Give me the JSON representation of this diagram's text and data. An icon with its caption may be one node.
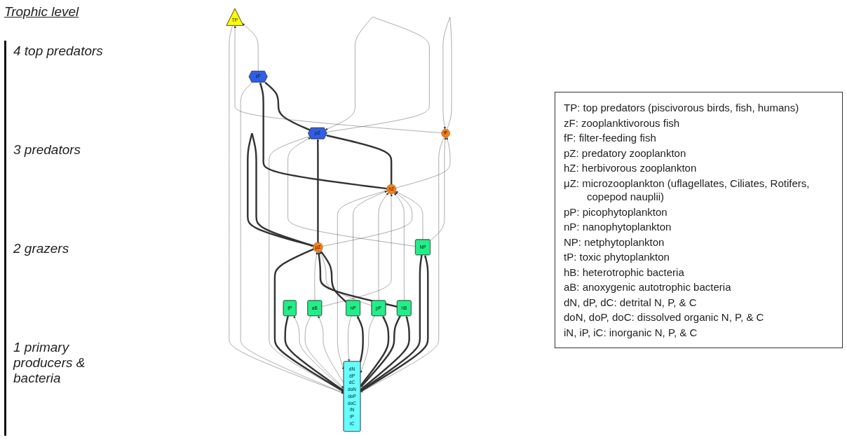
{
  "diagram": {
    "nodes": [
      {
        "text": [
          "TP"
        ]
      },
      {
        "text": [
          "zF"
        ]
      },
      {
        "text": [
          "pZ"
        ]
      },
      {
        "text": [
          "fF"
        ]
      },
      {
        "text": [
          "hZ"
        ]
      },
      {
        "text": [
          "μZ"
        ]
      },
      {
        "text": [
          "hB"
        ]
      },
      {
        "text": [
          "aB"
        ]
      },
      {
        "text": [
          "pP"
        ]
      },
      {
        "text": [
          "nP"
        ]
      },
      {
        "text": [
          "NP"
        ]
      },
      {
        "text": [
          "tP"
        ]
      },
      {
        "text": [
          "dN",
          "dP",
          "dC",
          "doN",
          "doP",
          "doC",
          "iN",
          "iP",
          "iC"
        ]
      }
    ],
    "edges": [
      {
        "from": 1,
        "to": 0,
        "arrow": "to"
      },
      {
        "from": 1,
        "to": 12,
        "arrow": "to"
      },
      {
        "from": 3,
        "to": 0,
        "arrow": "to"
      },
      {
        "from": 0,
        "to": 12,
        "arrow": "to"
      },
      {
        "from": 3,
        "to": 12,
        "arrow": "to"
      },
      {
        "from": 2,
        "to": 2,
        "arrow": "to"
      },
      {
        "from": 2,
        "to": 1,
        "arrow": "to",
        "style": "thick"
      },
      {
        "from": 4,
        "to": 1,
        "arrow": "to",
        "style": "thick"
      },
      {
        "from": 4,
        "to": 2,
        "arrow": "to",
        "style": "thick"
      },
      {
        "from": 5,
        "to": 2,
        "arrow": "to",
        "style": "thick"
      },
      {
        "from": 10,
        "to": 2,
        "arrow": "to"
      },
      {
        "from": 3,
        "to": 3,
        "arrow": "to"
      },
      {
        "from": 4,
        "to": 3,
        "arrow": "to"
      },
      {
        "from": 10,
        "to": 3,
        "arrow": "to"
      },
      {
        "from": 10,
        "to": 4,
        "arrow": "to"
      },
      {
        "from": 2,
        "to": 12,
        "arrow": "to"
      },
      {
        "from": 5,
        "to": 5,
        "arrow": "to",
        "style": "thick"
      },
      {
        "from": 9,
        "to": 5,
        "arrow": "to",
        "style": "thick"
      },
      {
        "from": 5,
        "to": 4,
        "arrow": "to"
      },
      {
        "from": 6,
        "to": 4,
        "arrow": "to"
      },
      {
        "from": 8,
        "to": 5,
        "arrow": "to"
      },
      {
        "from": 7,
        "to": 4,
        "arrow": "to"
      },
      {
        "from": 8,
        "to": 4,
        "arrow": "to"
      },
      {
        "from": 9,
        "to": 4,
        "arrow": "to"
      },
      {
        "from": 4,
        "to": 12,
        "arrow": "to"
      },
      {
        "from": 6,
        "to": 5,
        "arrow": "to",
        "style": "thick"
      },
      {
        "from": 7,
        "to": 5,
        "arrow": "to"
      },
      {
        "from": 5,
        "to": 12,
        "arrow": "to",
        "style": "thick"
      },
      {
        "from": 12,
        "to": 6,
        "arrow": "to",
        "style": "thick"
      },
      {
        "from": 6,
        "to": 12,
        "arrow": "to",
        "style": "thick"
      },
      {
        "from": 12,
        "to": 7,
        "arrow": "to"
      },
      {
        "from": 7,
        "to": 12,
        "arrow": "to"
      },
      {
        "from": 12,
        "to": 8,
        "arrow": "to",
        "style": "thick"
      },
      {
        "from": 8,
        "to": 12,
        "arrow": "to"
      },
      {
        "from": 12,
        "to": 9,
        "arrow": "to",
        "style": "thick"
      },
      {
        "from": 9,
        "to": 12,
        "arrow": "to"
      },
      {
        "from": 12,
        "to": 10,
        "arrow": "to",
        "style": "thick"
      },
      {
        "from": 10,
        "to": 12,
        "arrow": "to",
        "style": "thick"
      },
      {
        "from": 12,
        "to": 11,
        "arrow": "to"
      },
      {
        "from": 11,
        "to": 12,
        "arrow": "to",
        "style": "thick"
      }
    ],
    "labels": [
      "Trophic level",
      "4 top predators",
      "3 predators",
      "2 grazers",
      "1 primary producers & bacteria",
      "TP: top predators (piscivorous birds, fish, humans)",
      "zF: zooplanktivorous fish",
      "fF: filter-feeding fish",
      "pZ: predatory zooplankton",
      "hZ: herbivorous zooplankton",
      "μZ: microzooplankton (uflagellates, Ciliates, Rotifers, copepod nauplii)",
      "pP: picophytoplankton",
      "nP: nanophytoplankton",
      "NP: netphytoplankton",
      "tP: toxic phytoplankton",
      "hB: heterotrophic bacteria",
      "aB: anoxygenic autotrophic bacteria",
      "dN, dP, dC: detrital N, P, & C",
      "doN, doP, doC: dissolved organic  N, P, & C",
      "iN, iP, iC: inorganic N, P, & C"
    ]
  }
}
